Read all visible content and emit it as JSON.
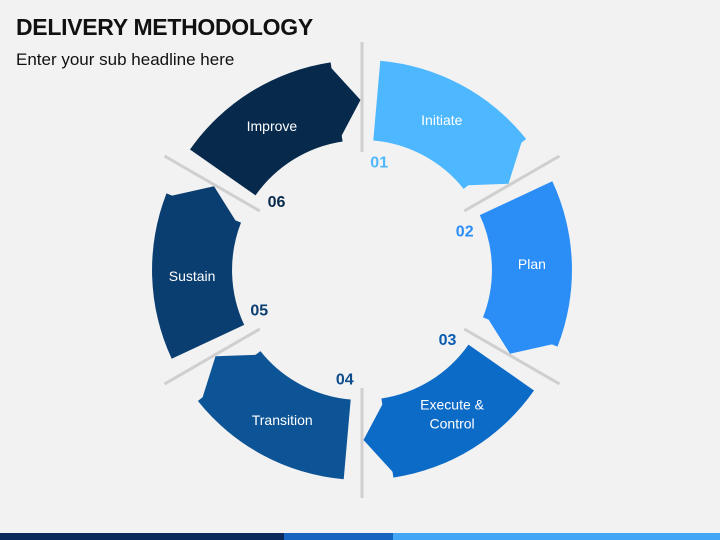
{
  "slide": {
    "title": "DELIVERY METHODOLOGY",
    "subtitle": "Enter your sub headline here"
  },
  "steps": [
    {
      "number": "01",
      "label": "Initiate",
      "color": "#4db8ff",
      "number_color": "#4db8ff"
    },
    {
      "number": "02",
      "label": "Plan",
      "color": "#2b8ef7",
      "number_color": "#2b8ef7"
    },
    {
      "number": "03",
      "label": "Execute & Control",
      "color": "#0d6bc8",
      "number_color": "#0a5cb0"
    },
    {
      "number": "04",
      "label": "Transition",
      "color": "#0d5496",
      "number_color": "#0d4c8a"
    },
    {
      "number": "05",
      "label": "Sustain",
      "color": "#0a3d70",
      "number_color": "#0a3d70"
    },
    {
      "number": "06",
      "label": "Improve",
      "color": "#072a4c",
      "number_color": "#072a4c"
    }
  ],
  "bottom_bar_colors": [
    "#0a2a5c",
    "#1565c0",
    "#42a5f5"
  ]
}
